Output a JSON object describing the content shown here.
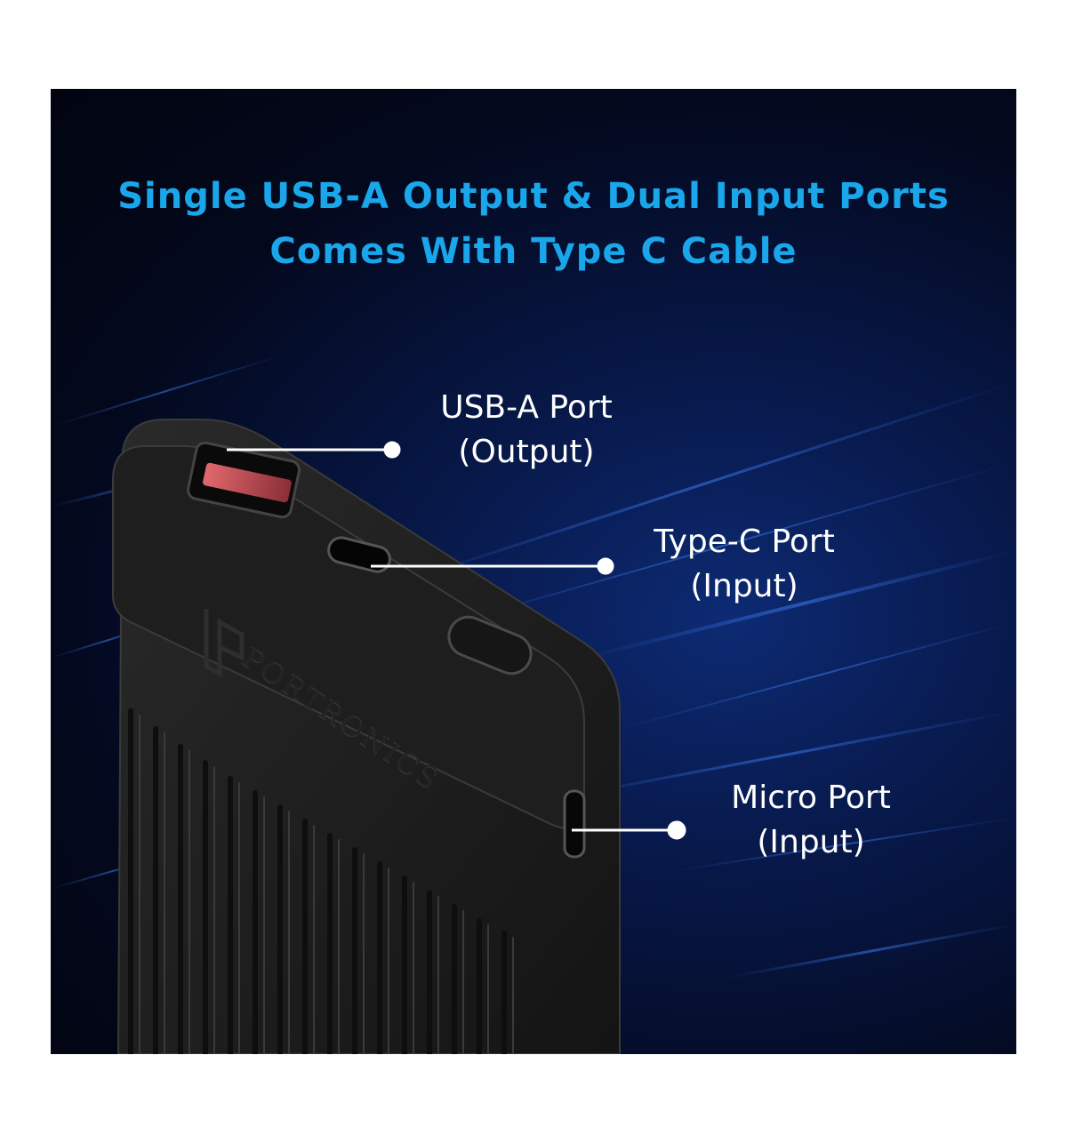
{
  "headline": {
    "line1": "Single USB-A Output & Dual Input Ports",
    "line2": "Comes With Type C Cable"
  },
  "callouts": {
    "usb_a": {
      "line1": "USB-A Port",
      "line2": "(Output)"
    },
    "type_c": {
      "line1": "Type-C Port",
      "line2": "(Input)"
    },
    "micro": {
      "line1": "Micro Port",
      "line2": "(Input)"
    }
  },
  "brand": {
    "name": "PORTRONICS"
  },
  "colors": {
    "headline": "#1aa6ea",
    "label": "#ffffff",
    "background": "#03081c",
    "device": "#1b1b1b",
    "usb_port_accent": "#e0686e"
  }
}
